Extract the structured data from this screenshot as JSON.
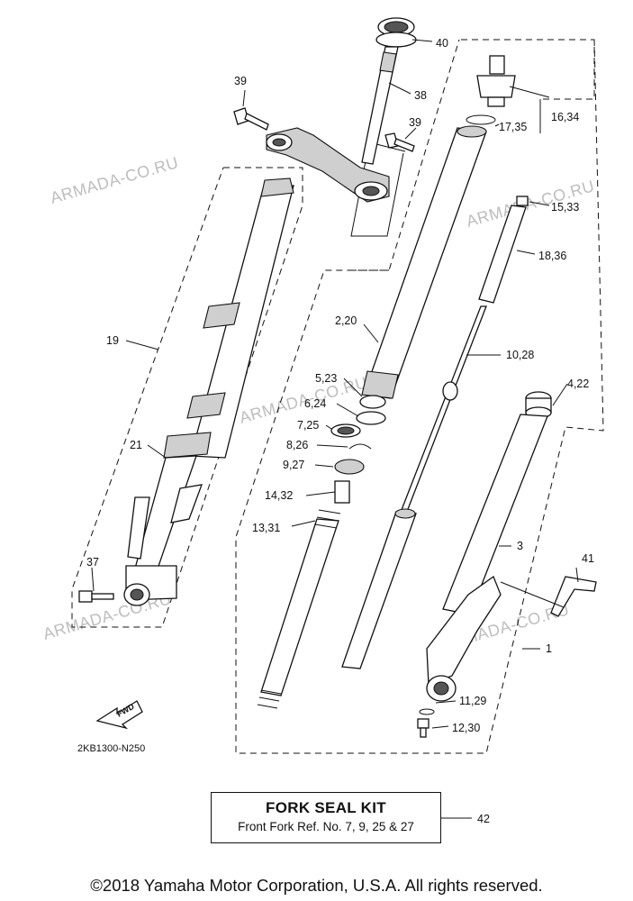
{
  "callouts": {
    "c40": "40",
    "c38": "38",
    "c39a": "39",
    "c39b": "39",
    "c16_34": "16,34",
    "c17_35": "17,35",
    "c15_33": "15,33",
    "c18_36": "18,36",
    "c19": "19",
    "c21": "21",
    "c2_20": "2,20",
    "c10_28": "10,28",
    "c5_23": "5,23",
    "c6_24": "6,24",
    "c7_25": "7,25",
    "c8_26": "8,26",
    "c9_27": "9,27",
    "c4_22": "4,22",
    "c14_32": "14,32",
    "c13_31": "13,31",
    "c3": "3",
    "c41": "41",
    "c37": "37",
    "c1": "1",
    "c11_29": "11,29",
    "c12_30": "12,30",
    "c42": "42"
  },
  "watermark": "ARMADA-CO.RU",
  "fwd_label": "FWD",
  "diagram_code": "2KB1300-N250",
  "kit": {
    "title": "FORK SEAL KIT",
    "description": "Front Fork Ref. No. 7, 9, 25 & 27"
  },
  "copyright": "©2018 Yamaha Motor Corporation, U.S.A. All rights reserved."
}
